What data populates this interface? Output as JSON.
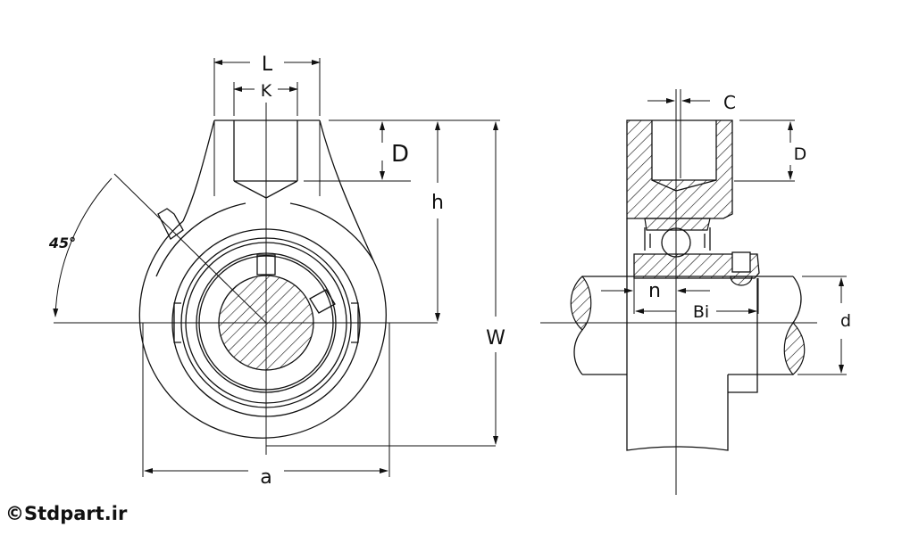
{
  "labels": {
    "L": "L",
    "K": "K",
    "D_front": "D",
    "h": "h",
    "W": "W",
    "a": "a",
    "angle": "45°",
    "C": "C",
    "D_side": "D",
    "n": "n",
    "Bi": "Bi",
    "d": "d"
  },
  "watermark": "©Stdpart.ir",
  "colors": {
    "line": "#111111",
    "background": "#ffffff"
  }
}
